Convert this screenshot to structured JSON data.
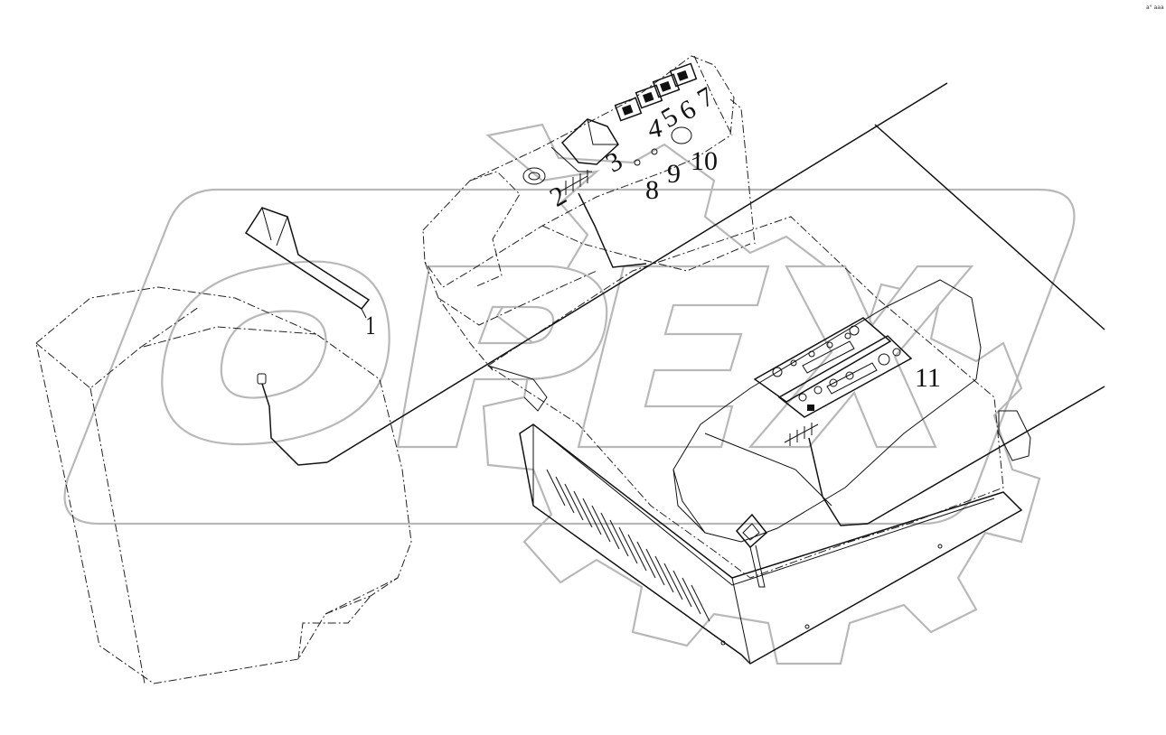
{
  "diagram": {
    "callouts": [
      "1",
      "2",
      "3",
      "4",
      "5",
      "6",
      "7",
      "8",
      "9",
      "10",
      "11"
    ],
    "watermark": "OPEX",
    "corner_mark": "a° aaa"
  },
  "colors": {
    "line": "#111111",
    "watermark": "#b8b8b8",
    "background": "#ffffff"
  }
}
